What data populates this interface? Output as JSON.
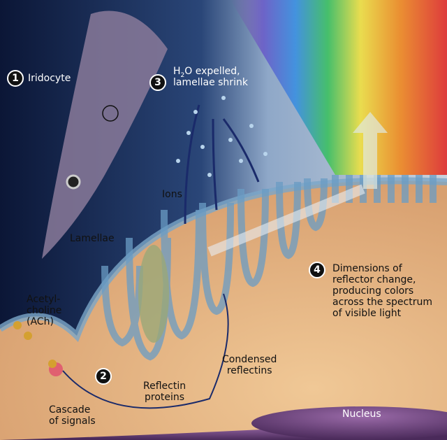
{
  "steps": {
    "s1": {
      "num": "1",
      "label": "Iridocyte"
    },
    "s2": {
      "num": "2"
    },
    "s3": {
      "num": "3",
      "line1_pre": "H",
      "line1_sub": "2",
      "line1_post": "O expelled,",
      "line2": "lamellae shrink"
    },
    "s4": {
      "num": "4",
      "lines": [
        "Dimensions of",
        "reflector change,",
        "producing  colors",
        "across the spectrum",
        "of visible light"
      ]
    }
  },
  "labels": {
    "ions": "Ions",
    "lamellae": "Lamellae",
    "ach": [
      "Acetyl-",
      "choline",
      "(ACh)"
    ],
    "condensed": [
      "Condensed",
      "reflectins"
    ],
    "reflectin": [
      "Reflectin",
      "proteins"
    ],
    "cascade": [
      "Cascade",
      "of signals"
    ],
    "nucleus": "Nucleus"
  }
}
